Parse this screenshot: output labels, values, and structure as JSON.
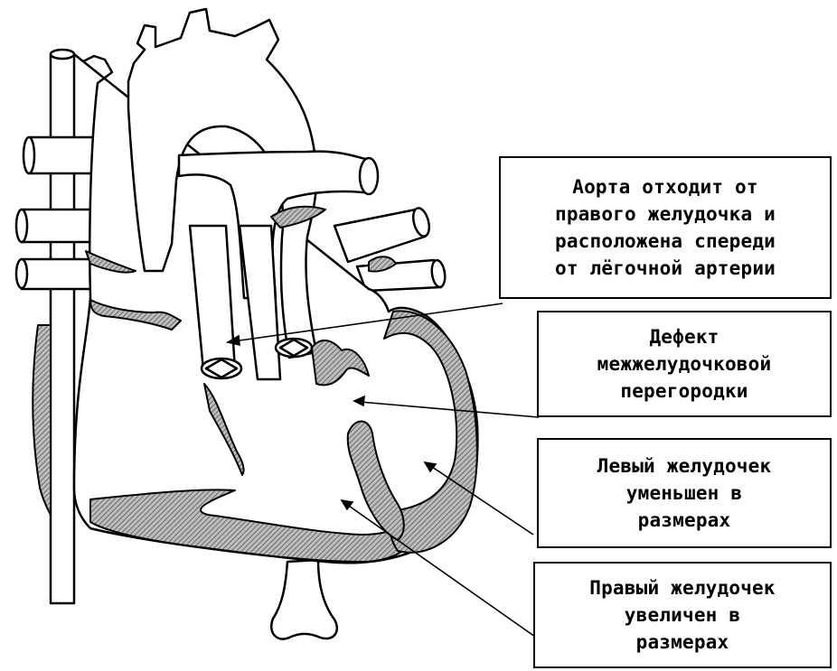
{
  "labels": {
    "aorta": "Аорта отходит от\nправого желудочка и\nрасположена спереди\nот лёгочной артерии",
    "vsd": "Дефект\nмежжелудочковой\nперегородки",
    "lv": "Левый желудочек\nуменьшен в\nразмерах",
    "rv": "Правый желудочек\nувеличен в\nразмерах"
  },
  "colors": {
    "line": "#000000",
    "hatch": "#8a8a8a",
    "background": "#ffffff"
  }
}
